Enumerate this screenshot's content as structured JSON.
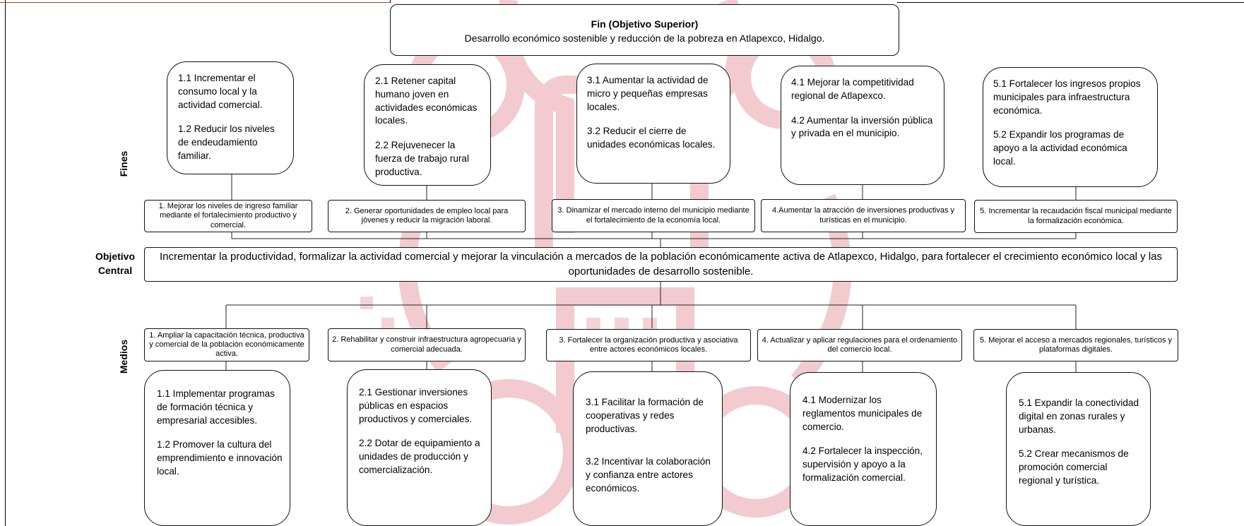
{
  "fin": {
    "title": "Fin (Objetivo Superior)",
    "text": "Desarrollo económico sostenible y reducción de la pobreza en Atlapexco, Hidalgo."
  },
  "labels": {
    "fines": "Fines",
    "central_line1": "Objetivo",
    "central_line2": "Central",
    "medios": "Medios"
  },
  "fines_bubbles": [
    {
      "items": [
        "1.1 Incrementar el consumo local y la actividad comercial.",
        "1.2 Reducir los niveles de endeudamiento familiar."
      ]
    },
    {
      "items": [
        "2.1 Retener capital humano joven en actividades económicas locales.",
        "2.2 Rejuvenecer la fuerza de trabajo rural productiva."
      ]
    },
    {
      "items": [
        "3.1 Aumentar la actividad de micro y pequeñas empresas locales.",
        "3.2 Reducir el cierre de unidades económicas locales."
      ]
    },
    {
      "items": [
        "4.1 Mejorar la competitividad regional de Atlapexco.",
        "4.2 Aumentar la inversión pública y privada en el municipio."
      ]
    },
    {
      "items": [
        "5.1 Fortalecer los ingresos propios municipales para infraestructura económica.",
        "5.2 Expandir los programas de apoyo a la actividad económica local."
      ]
    }
  ],
  "fines_bars": [
    "1. Mejorar los niveles de ingreso familiar mediante el fortalecimiento productivo y comercial.",
    "2. Generar oportunidades de empleo local para jóvenes y reducir la migración laboral.",
    "3. Dinamizar el mercado interno del municipio mediante el fortalecimiento de la economía local.",
    "4.Aumentar la atracción de inversiones productivas y turísticas en el municipio.",
    "5. Incrementar la recaudación fiscal municipal mediante la formalización económica."
  ],
  "central": "Incrementar la productividad, formalizar la actividad comercial y mejorar la vinculación a mercados de la población económicamente activa de Atlapexco, Hidalgo, para fortalecer el crecimiento económico local y las oportunidades de desarrollo sostenible.",
  "medios_bars": [
    "1. Ampliar la capacitación técnica, productiva y comercial de la población económicamente activa.",
    "2. Rehabilitar y construir infraestructura agropecuaria y comercial adecuada.",
    "3. Fortalecer la organización productiva y asociativa entre actores económicos locales.",
    "4. Actualizar y aplicar regulaciones para el ordenamiento del comercio local.",
    "5. Mejorar el acceso a mercados regionales, turísticos y plataformas digitales."
  ],
  "medios_bubbles": [
    {
      "items": [
        "1.1        Implementar programas de formación técnica y empresarial accesibles.",
        "1.2        Promover la cultura del emprendimiento e innovación local."
      ]
    },
    {
      "items": [
        "2.1        Gestionar inversiones públicas en espacios productivos y comerciales.",
        "2.2        Dotar de equipamiento a unidades de producción y comercialización."
      ]
    },
    {
      "items": [
        "3.1        Facilitar la formación de cooperativas y redes productivas.",
        "3.2        Incentivar la colaboración y confianza entre actores económicos."
      ]
    },
    {
      "items": [
        "4.1        Modernizar los reglamentos municipales de comercio.",
        "4.2        Fortalecer la inspección, supervisión y apoyo a la formalización comercial."
      ]
    },
    {
      "items": [
        "5.1        Expandir la conectividad digital en zonas rurales y urbanas.",
        "5.2        Crear mecanismos de promoción comercial regional y turística."
      ]
    }
  ],
  "colors": {
    "watermark": "#e8a0a8",
    "border": "#111111",
    "accent_line": "#c0392b"
  }
}
